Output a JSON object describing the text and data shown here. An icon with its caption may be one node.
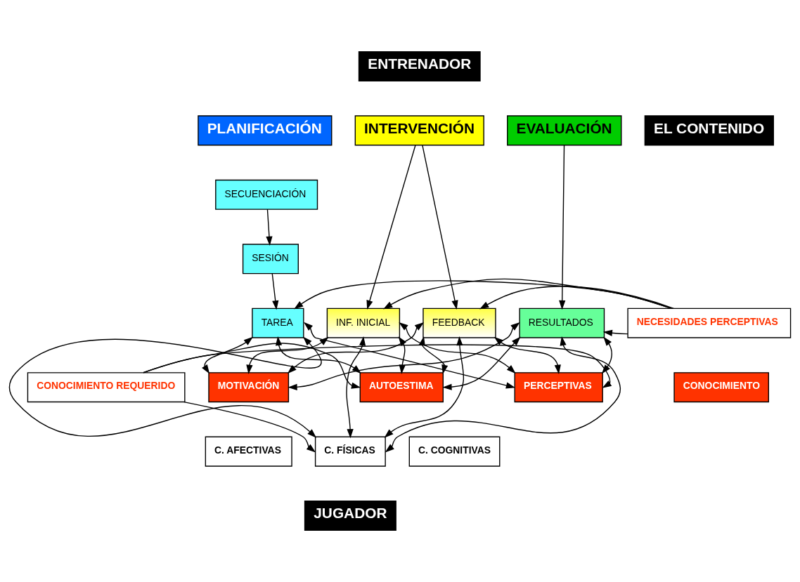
{
  "diagram": {
    "nodes": [
      {
        "text": [
          "ENTRENADOR"
        ]
      },
      {
        "text": [
          "PLANIFICACIÓN"
        ]
      },
      {
        "text": [
          "INTERVENCIÓN"
        ]
      },
      {
        "text": [
          "EVALUACIÓN"
        ]
      },
      {
        "text": [
          "EL CONTENIDO"
        ]
      },
      {
        "text": [
          "SECUENCIACIÓN"
        ]
      },
      {
        "text": [
          "SESIÓN"
        ]
      },
      {
        "text": [
          "TAREA"
        ]
      },
      {
        "text": [
          "INF. INICIAL"
        ]
      },
      {
        "text": [
          "FEEDBACK"
        ]
      },
      {
        "text": [
          "RESULTADOS"
        ]
      },
      {
        "text": [
          "NECESIDADES PERCEPTIVAS"
        ]
      },
      {
        "text": [
          "CONOCIMIENTO REQUERIDO"
        ]
      },
      {
        "text": [
          "MOTIVACIÓN"
        ]
      },
      {
        "text": [
          "AUTOESTIMA"
        ]
      },
      {
        "text": [
          "PERCEPTIVAS"
        ]
      },
      {
        "text": [
          "CONOCIMIENTO"
        ]
      },
      {
        "text": [
          "C. AFECTIVAS"
        ]
      },
      {
        "text": [
          "C. FÍSICAS"
        ]
      },
      {
        "text": [
          "C. COGNITIVAS"
        ]
      },
      {
        "text": [
          "JUGADOR"
        ]
      }
    ],
    "edges": [
      {
        "from": 5,
        "to": 6,
        "arrow": "to"
      },
      {
        "from": 6,
        "to": 7,
        "arrow": "to"
      },
      {
        "from": 2,
        "to": 8,
        "arrow": "to"
      },
      {
        "from": 2,
        "to": 9,
        "arrow": "to"
      },
      {
        "from": 3,
        "to": 10,
        "arrow": "to"
      },
      {
        "from": 7,
        "to": 13,
        "arrow": "both"
      },
      {
        "from": 7,
        "to": 14,
        "arrow": "both"
      },
      {
        "from": 7,
        "to": 18,
        "arrow": "both"
      },
      {
        "from": 7,
        "to": 15,
        "arrow": "both"
      },
      {
        "from": 8,
        "to": 13,
        "arrow": "both"
      },
      {
        "from": 8,
        "to": 14,
        "arrow": "both"
      },
      {
        "from": 8,
        "to": 18,
        "arrow": "both"
      },
      {
        "from": 8,
        "to": 15,
        "arrow": "both"
      },
      {
        "from": 9,
        "to": 13,
        "arrow": "both"
      },
      {
        "from": 9,
        "to": 14,
        "arrow": "both"
      },
      {
        "from": 9,
        "to": 18,
        "arrow": "both"
      },
      {
        "from": 9,
        "to": 15,
        "arrow": "both"
      },
      {
        "from": 10,
        "to": 13,
        "arrow": "both"
      },
      {
        "from": 10,
        "to": 14,
        "arrow": "both"
      },
      {
        "from": 10,
        "to": 18,
        "arrow": "both"
      },
      {
        "from": 10,
        "to": 15,
        "arrow": "both"
      },
      {
        "from": 11,
        "to": 7,
        "arrow": "to"
      },
      {
        "from": 11,
        "to": 8,
        "arrow": "to"
      },
      {
        "from": 11,
        "to": 9,
        "arrow": "to"
      },
      {
        "from": 11,
        "to": 10,
        "arrow": "to"
      },
      {
        "from": 12,
        "to": 14,
        "arrow": "to"
      },
      {
        "from": 12,
        "to": 18,
        "arrow": "to"
      },
      {
        "from": 12,
        "to": 15,
        "arrow": "to"
      }
    ]
  }
}
